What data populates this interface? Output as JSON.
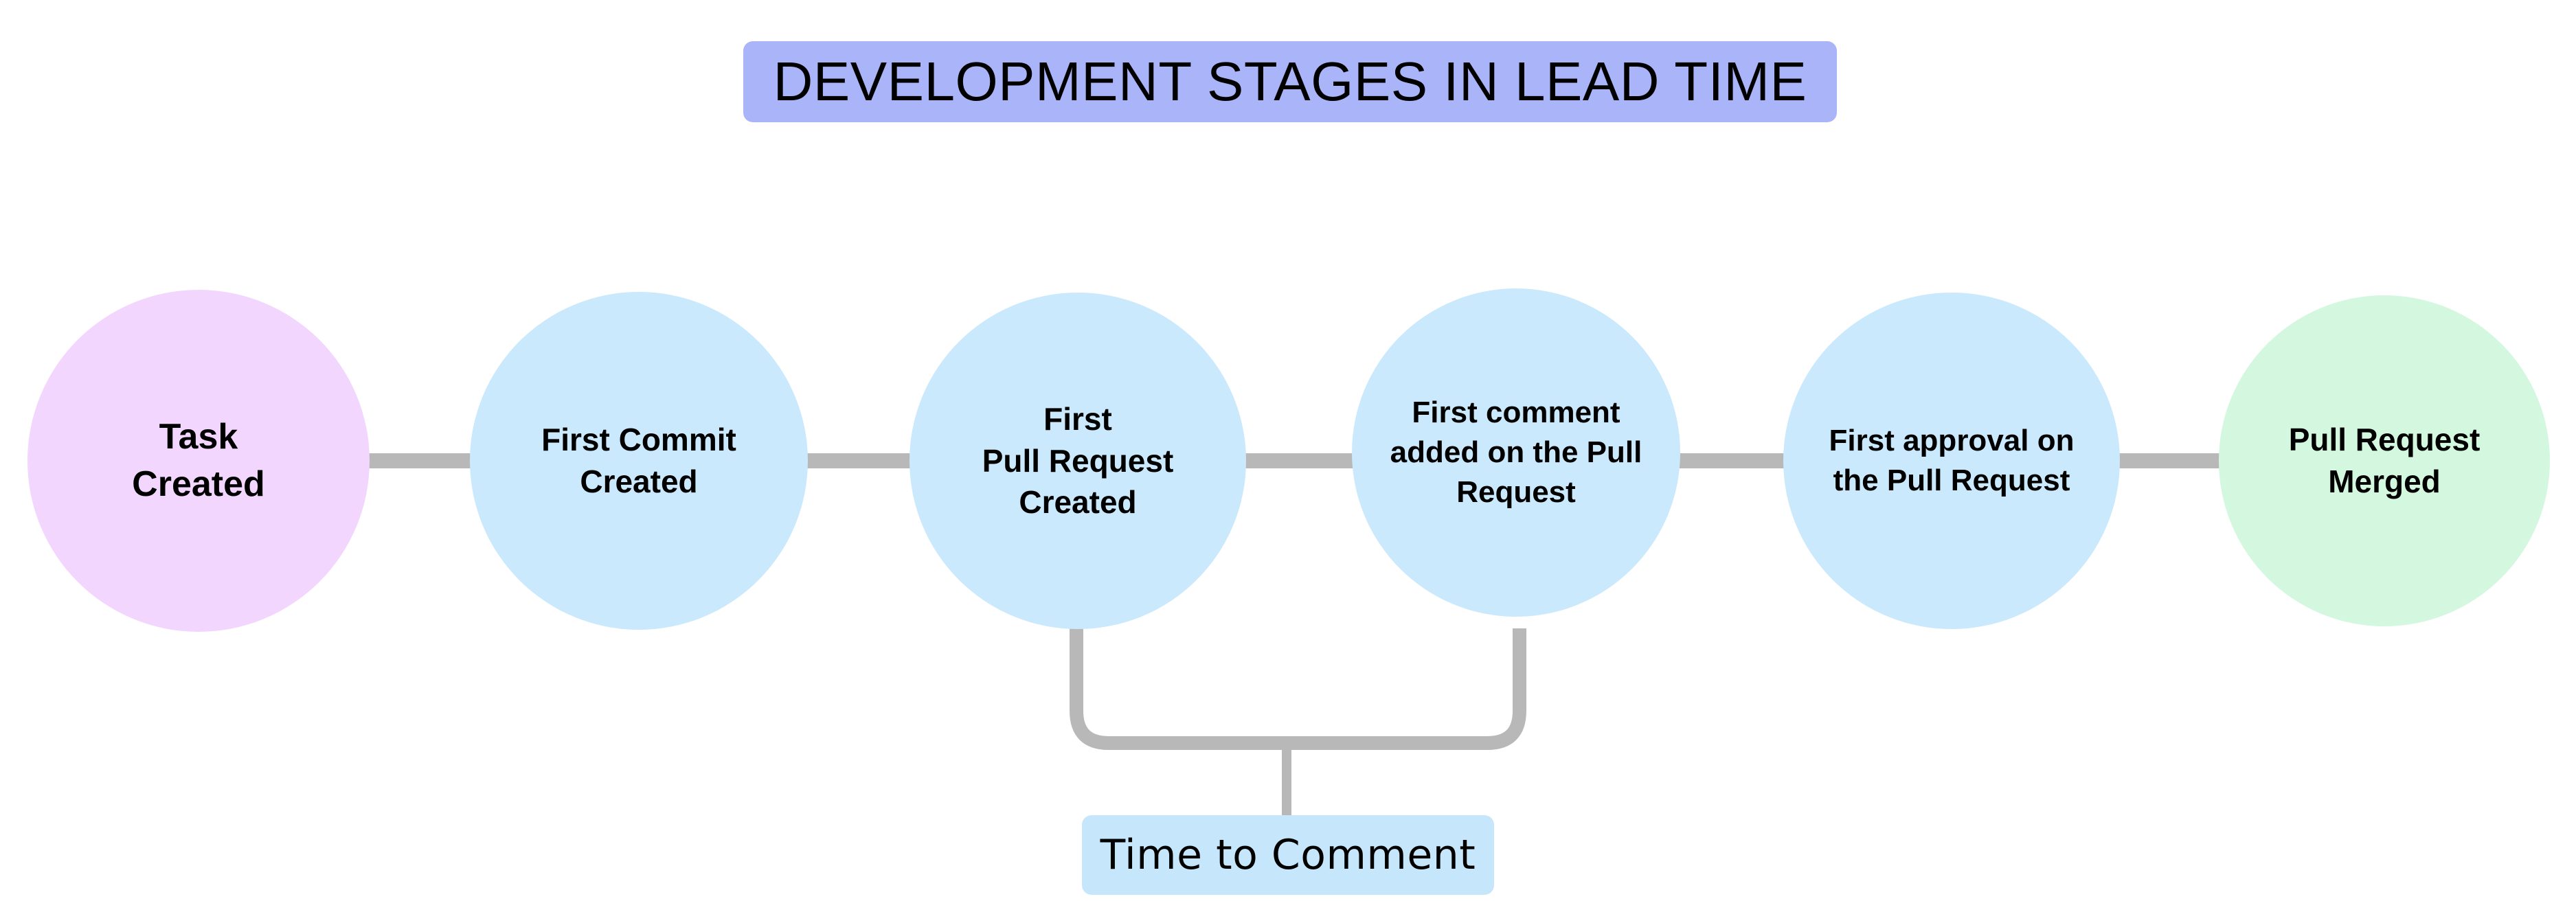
{
  "diagram": {
    "title": "DEVELOPMENT STAGES IN LEAD TIME",
    "title_bg_color": "#aab4f8",
    "background_color": "#ffffff",
    "connector_color": "#b8b8b8",
    "type": "horizontal-flow-timeline",
    "stages": [
      {
        "id": "task-created",
        "label": "Task\nCreated",
        "color": "#f2d6fe",
        "order": 1
      },
      {
        "id": "first-commit-created",
        "label": "First Commit\nCreated",
        "color": "#cbe9fd",
        "order": 2
      },
      {
        "id": "first-pull-request-created",
        "label": "First\nPull Request\nCreated",
        "color": "#cbe9fd",
        "order": 3
      },
      {
        "id": "first-comment-on-pull-request",
        "label": "First comment\nadded on the Pull\nRequest",
        "color": "#cbe9fd",
        "order": 4
      },
      {
        "id": "first-approval-on-pull-request",
        "label": "First approval on\nthe Pull Request",
        "color": "#cbe9fd",
        "order": 5
      },
      {
        "id": "pull-request-merged",
        "label": "Pull Request\nMerged",
        "color": "#d4f7df",
        "order": 6
      }
    ],
    "annotations": [
      {
        "id": "time-to-comment",
        "label": "Time to Comment",
        "bg_color": "#c6e7fb",
        "spans_from": "first-pull-request-created",
        "spans_to": "first-comment-on-pull-request"
      }
    ]
  }
}
